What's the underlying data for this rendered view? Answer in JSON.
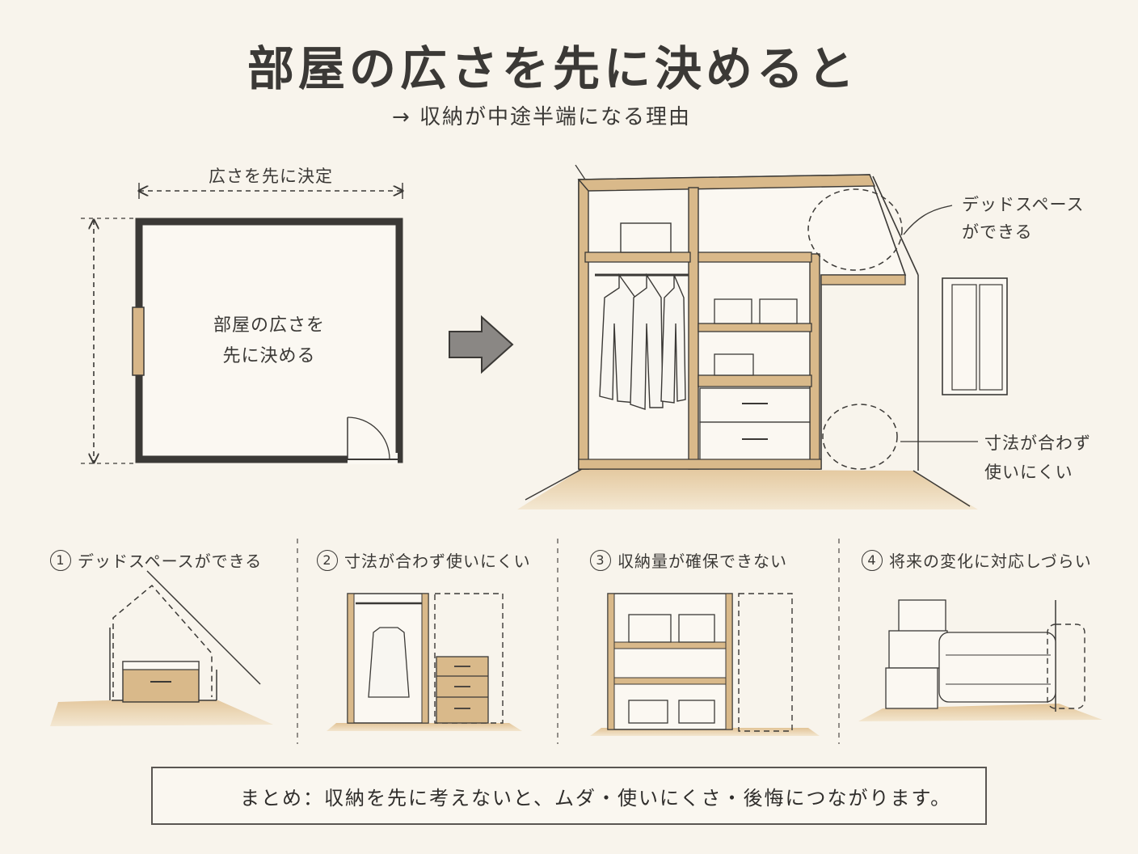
{
  "header": {
    "title": "部屋の広さを先に決めると",
    "subtitle": "→ 収納が中途半端になる理由"
  },
  "floor_plan": {
    "width_label": "広さを先に決定",
    "room_text_line1": "部屋の広さを",
    "room_text_line2": "先に決める"
  },
  "closet_callouts": {
    "dead_space_line1": "デッドスペース",
    "dead_space_line2": "ができる",
    "size_mismatch_line1": "寸法が合わず",
    "size_mismatch_line2": "使いにくい"
  },
  "panels": [
    {
      "num": "1",
      "label": "デッドスペースができる"
    },
    {
      "num": "2",
      "label": "寸法が合わず使いにくい"
    },
    {
      "num": "3",
      "label": "収納量が確保できない"
    },
    {
      "num": "4",
      "label": "将来の変化に対応しづらい"
    }
  ],
  "summary": {
    "icon": "lightbulb-icon",
    "text": "まとめ：収納を先に考えないと、ムダ・使いにくさ・後悔につながります。"
  },
  "colors": {
    "background": "#f8f4ec",
    "wood": "#d9b98a",
    "line": "#3b3936",
    "arrow": "#8a8784"
  }
}
